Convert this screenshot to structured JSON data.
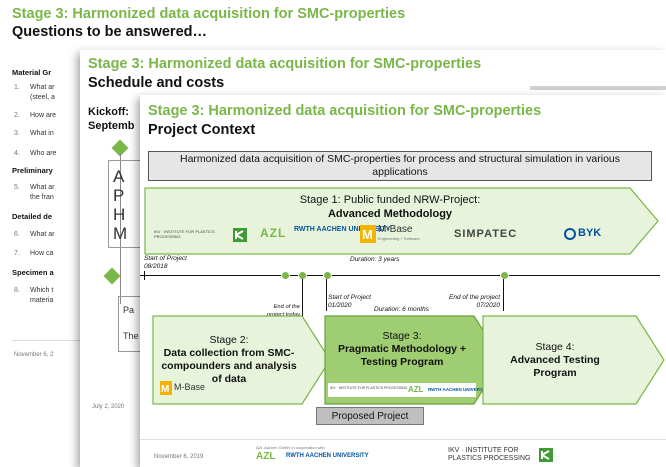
{
  "slide1": {
    "title": "Stage 3: Harmonized data acquisition for SMC-properties",
    "subtitle": "Questions to be answered…",
    "sections": {
      "material": "Material Gr",
      "preliminary": "Preliminary",
      "detailed": "Detailed de",
      "specimen": "Specimen a"
    },
    "items": [
      {
        "num": "1.",
        "text": "What ar"
      },
      {
        "num": "",
        "text": "(steel, a"
      },
      {
        "num": "2.",
        "text": "How are"
      },
      {
        "num": "3.",
        "text": "What in"
      },
      {
        "num": "4.",
        "text": "Who are"
      },
      {
        "num": "5.",
        "text": "What ar"
      },
      {
        "num": "",
        "text": "the fran"
      },
      {
        "num": "6.",
        "text": "What ar"
      },
      {
        "num": "7.",
        "text": "How ca"
      },
      {
        "num": "8.",
        "text": "Which t"
      },
      {
        "num": "",
        "text": "materia"
      }
    ],
    "footer": "November 6, 2"
  },
  "slide2": {
    "title": "Stage 3: Harmonized data acquisition for SMC-properties",
    "subtitle": "Schedule and costs",
    "kickoff": "Kickoff:",
    "kickoff_date": "Septemb",
    "letters": [
      "A",
      "P",
      "H",
      "M"
    ],
    "box_pa": "Pa",
    "box_the": "The",
    "footer": "July 2, 2020"
  },
  "slide3": {
    "title": "Stage 3: Harmonized data acquisition for SMC-properties",
    "subtitle": "Project Context",
    "banner": "Harmonized data acquisition of SMC-properties for process and structural simulation in various applications",
    "stage1_line1": "Stage 1: Public funded NRW-Project:",
    "stage1_line2": "Advanced Methodology",
    "logos": {
      "ikv": "IKV · INSTITUTE FOR PLASTICS PROCESSING",
      "azl": "AZL",
      "rwth": "RWTH AACHEN UNIVERSITY",
      "mbase": "M-Base",
      "mbase_sub": "Engineering + Software",
      "simpatec": "SIMPATEC",
      "byk": "BYK"
    },
    "start_project": "Start of Project",
    "start_date": "08/2018",
    "duration1": "Duration: 3 years",
    "end_project_today": "End of the project today",
    "start_project2": "Start of Project",
    "start_date2": "01/2020",
    "duration2": "Duration: 6 months",
    "end_project2": "End of the project 07/2020",
    "stage2_title": "Stage 2:",
    "stage2_body": "Data collection from SMC-compounders and analysis of data",
    "stage3_title": "Stage 3:",
    "stage3_body": "Pragmatic Methodology + Testing Program",
    "stage4_title": "Stage 4:",
    "stage4_body": "Advanced Testing Program",
    "proposed": "Proposed Project",
    "footer_date": "November 6, 2019",
    "footer_azl": "AZL Aachen GmbH in cooperation with",
    "footer_ikv": "IKV · INSTITUTE FOR PLASTICS PROCESSING"
  },
  "colors": {
    "green_title": "#7ab648",
    "arrow_light": "#e8f3dc",
    "arrow_mid": "#c8e2ad",
    "stage3_fill": "#7ab648",
    "proposed_fill": "#bfbfbf"
  }
}
